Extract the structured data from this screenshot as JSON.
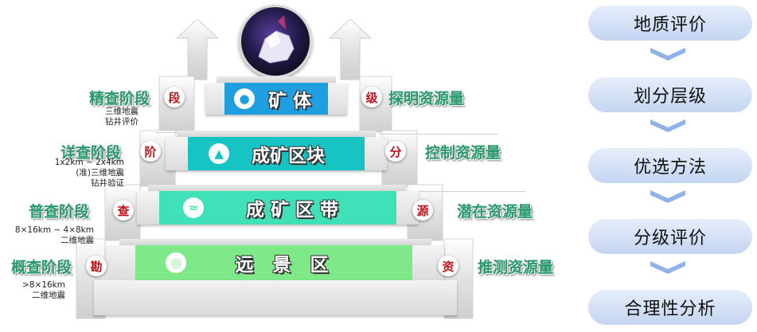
{
  "pyramid": {
    "levels": [
      {
        "band": "矿 体",
        "band_color": "#1f9fe0"
      },
      {
        "band": "成矿区块",
        "band_color": "#17c4c4"
      },
      {
        "band": "成 矿 区 带",
        "band_color": "#40e0b8"
      },
      {
        "band": "远   景   区",
        "band_color": "#7fe889"
      }
    ]
  },
  "left_badges": [
    "段",
    "阶",
    "查",
    "勘"
  ],
  "right_badges": [
    "级",
    "分",
    "源",
    "资"
  ],
  "stages": [
    {
      "name": "精查阶段",
      "notes": [
        "三维地震",
        "钻井评价"
      ]
    },
    {
      "name": "详查阶段",
      "notes": [
        "1x2km ~ 2x4km",
        "(准)三维地震",
        "钻井验证"
      ]
    },
    {
      "name": "普查阶段",
      "notes": [
        "8×16km ~ 4×8km",
        "二维地震"
      ]
    },
    {
      "name": "概查阶段",
      "notes": [
        ">8×16km",
        "二维地震"
      ]
    }
  ],
  "resources": [
    "探明资源量",
    "控制资源量",
    "潜在资源量",
    "推测资源量"
  ],
  "flow": [
    "地质评价",
    "划分层级",
    "优选方法",
    "分级评价",
    "合理性分析"
  ],
  "colors": {
    "stage_text": "#2a9a6f",
    "badge_text": "#c0141b",
    "flow_bg": "#d3e0f6",
    "chevron": "#8fb2e8"
  }
}
